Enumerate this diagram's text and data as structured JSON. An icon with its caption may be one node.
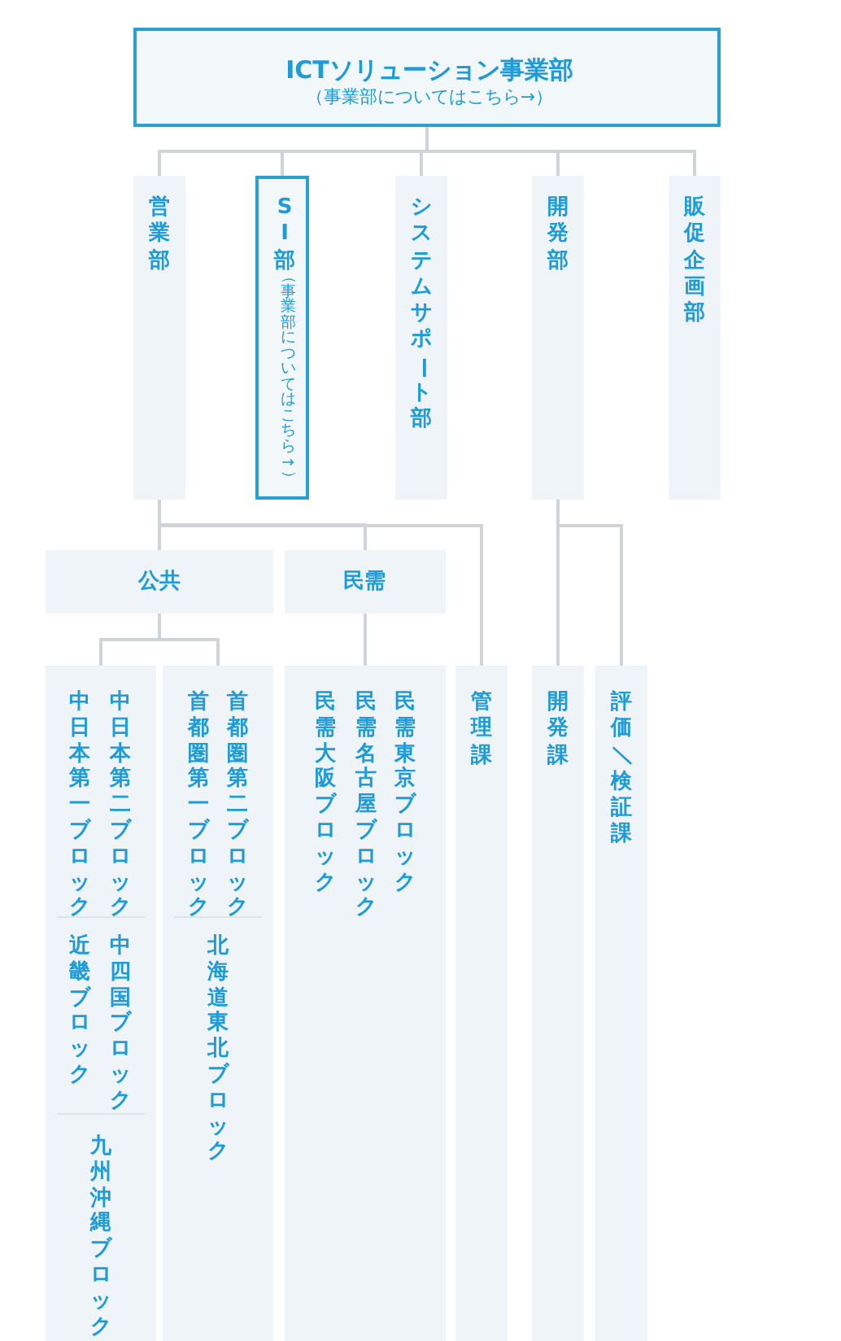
{
  "diagram": {
    "nodes": [
      {
        "text": [
          "ICTソリューション事業部",
          "（事業部についてはこちら→）"
        ]
      },
      {
        "text": [
          "営業部"
        ]
      },
      {
        "text": [
          "SI部",
          "（事業部についてはこちら→）"
        ]
      },
      {
        "text": [
          "システムサポート部"
        ]
      },
      {
        "text": [
          "開発部"
        ]
      },
      {
        "text": [
          "販促企画部"
        ]
      },
      {
        "text": [
          "公共"
        ]
      },
      {
        "text": [
          "民需"
        ]
      },
      {
        "text": [
          "管理課"
        ]
      },
      {
        "text": [
          "開発課"
        ]
      },
      {
        "text": [
          "評価／検証課"
        ]
      },
      {
        "text": [
          "中日本第一ブロック",
          "中日本第二ブロック",
          "近畿ブロック",
          "中四国ブロック",
          "九州沖縄ブロック"
        ]
      },
      {
        "text": [
          "首都圏第一ブロック",
          "首都圏第二ブロック",
          "北海道東北ブロック"
        ]
      },
      {
        "text": [
          "民需大阪ブロック",
          "民需名古屋ブロック",
          "民需東京ブロック"
        ]
      }
    ],
    "edges": [
      {
        "from": 0,
        "to": 1,
        "arrow": "none"
      },
      {
        "from": 0,
        "to": 2,
        "arrow": "none"
      },
      {
        "from": 0,
        "to": 3,
        "arrow": "none"
      },
      {
        "from": 0,
        "to": 4,
        "arrow": "none"
      },
      {
        "from": 0,
        "to": 5,
        "arrow": "none"
      },
      {
        "from": 1,
        "to": 6,
        "arrow": "none"
      },
      {
        "from": 1,
        "to": 7,
        "arrow": "none"
      },
      {
        "from": 1,
        "to": 8,
        "arrow": "none"
      },
      {
        "from": 6,
        "to": 11,
        "arrow": "none"
      },
      {
        "from": 6,
        "to": 12,
        "arrow": "none"
      },
      {
        "from": 7,
        "to": 13,
        "arrow": "none"
      },
      {
        "from": 4,
        "to": 9,
        "arrow": "none"
      },
      {
        "from": 4,
        "to": 10,
        "arrow": "none"
      }
    ]
  }
}
